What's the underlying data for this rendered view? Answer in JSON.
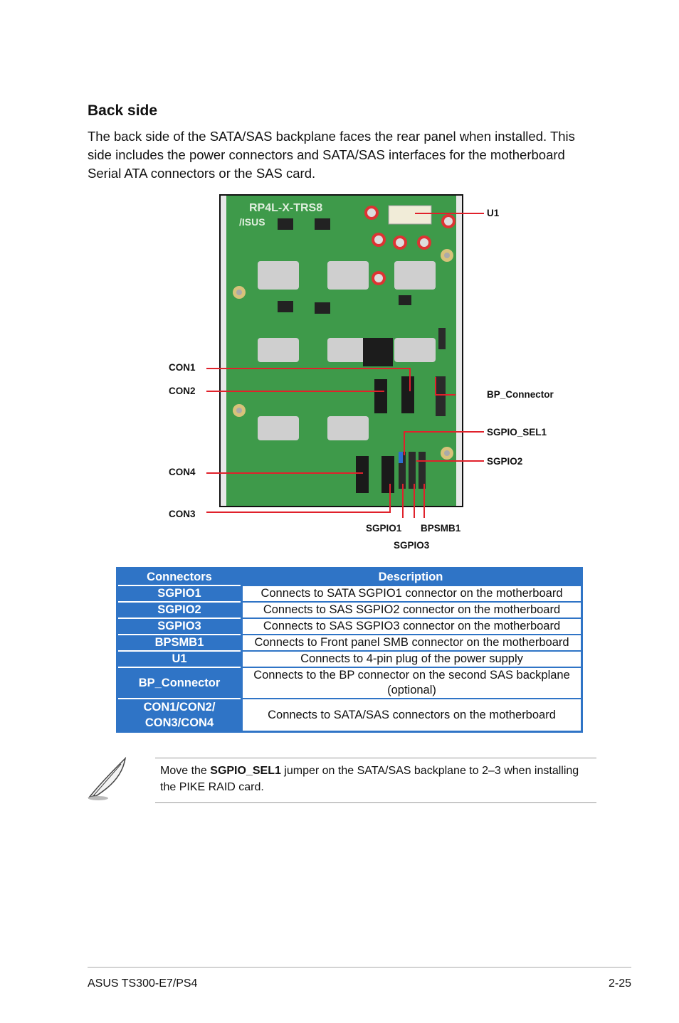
{
  "section": {
    "title": "Back side",
    "intro": "The back side of the SATA/SAS backplane faces the rear panel when installed. This side includes the power connectors and SATA/SAS interfaces for the motherboard Serial ATA connectors or the SAS card."
  },
  "figure": {
    "board_silkscreen": "RP4L-X-TRS8",
    "brand": "/ISUS",
    "callouts": {
      "u1": "U1",
      "con1": "CON1",
      "con2": "CON2",
      "bp_connector": "BP_Connector",
      "sgpio_sel1": "SGPIO_SEL1",
      "sgpio2": "SGPIO2",
      "con4": "CON4",
      "con3": "CON3",
      "sgpio1": "SGPIO1",
      "bpsmb1": "BPSMB1",
      "sgpio3": "SGPIO3"
    },
    "colors": {
      "callout_line": "#e0212b",
      "pcb": "#3e9a4a"
    }
  },
  "table": {
    "header": {
      "connectors": "Connectors",
      "description": "Description"
    },
    "rows": [
      {
        "connector": "SGPIO1",
        "description": "Connects to SATA SGPIO1 connector on the motherboard"
      },
      {
        "connector": "SGPIO2",
        "description": "Connects to SAS SGPIO2 connector on the motherboard"
      },
      {
        "connector": "SGPIO3",
        "description": "Connects to SAS SGPIO3 connector on the motherboard"
      },
      {
        "connector": "BPSMB1",
        "description": "Connects to Front panel SMB connector on the motherboard"
      },
      {
        "connector": "U1",
        "description": "Connects to 4-pin plug of the power supply"
      },
      {
        "connector": "BP_Connector",
        "description": "Connects to the BP connector on the second SAS backplane",
        "description_2": "(optional)"
      },
      {
        "connector": "CON1/CON2/",
        "connector_2": "CON3/CON4",
        "description": "Connects to SATA/SAS connectors on the motherboard"
      }
    ],
    "colors": {
      "header_bg": "#2f74c6"
    }
  },
  "note": {
    "text_before": "Move the ",
    "bold": "SGPIO_SEL1",
    "text_after": " jumper on the SATA/SAS backplane to 2–3 when installing the PIKE RAID card."
  },
  "footer": {
    "left": "ASUS TS300-E7/PS4",
    "right": "2-25"
  }
}
